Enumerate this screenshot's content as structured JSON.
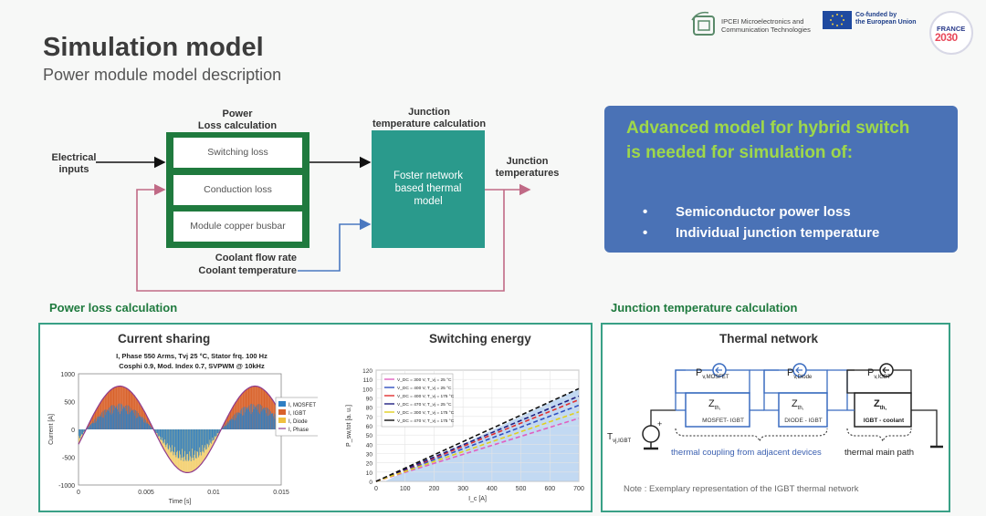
{
  "header": {
    "title": "Simulation model",
    "subtitle": "Power module model description"
  },
  "logos": {
    "ipcei_line1": "IPCEI Microelectronics and",
    "ipcei_line2": "Communication Technologies",
    "eu_line1": "Co-funded by",
    "eu_line2": "the European Union",
    "france_line1": "FRANCE",
    "france_line2": "2030"
  },
  "diagram": {
    "power_loss_title_1": "Power",
    "power_loss_title_2": "Loss calculation",
    "junction_title_1": "Junction",
    "junction_title_2": "temperature calculation",
    "electrical_inputs_1": "Electrical",
    "electrical_inputs_2": "inputs",
    "loss_items": [
      "Switching loss",
      "Conduction loss",
      "Module copper busbar"
    ],
    "foster_1": "Foster network",
    "foster_2": "based thermal",
    "foster_3": "model",
    "junction_temps_1": "Junction",
    "junction_temps_2": "temperatures",
    "coolant_flow": "Coolant flow rate",
    "coolant_temp": "Coolant temperature"
  },
  "callout": {
    "title": "Advanced model for hybrid switch is needed for simulation of:",
    "bullets": [
      "Semiconductor power loss",
      "Individual junction temperature"
    ]
  },
  "sections": {
    "power_loss": "Power loss calculation",
    "junction_temp": "Junction temperature calculation"
  },
  "current_sharing": {
    "panel_title": "Current sharing",
    "chart_title_1": "I, Phase 550 Arms, Tvj 25 °C, Stator frq. 100 Hz",
    "chart_title_2": "Cosphi 0.9, Mod. Index 0.7, SVPWM @ 10kHz"
  },
  "switching_energy": {
    "panel_title": "Switching energy"
  },
  "thermal": {
    "panel_title": "Thermal network",
    "p_mosfet": "P",
    "p_mosfet_sub": "v,MOSFET",
    "p_diode": "P",
    "p_diode_sub": "v,Diode",
    "p_igbt": "P",
    "p_igbt_sub": "v,IGBT",
    "z_label": "Z",
    "z_sub": "th,",
    "z1_name": "MOSFET- IGBT",
    "z2_name": "DIODE - IGBT",
    "z3_name": "IGBT - coolant",
    "tvj": "T",
    "tvj_sub": "vj,IGBT",
    "coupling": "thermal coupling from adjacent devices",
    "main_path": "thermal main path",
    "note": "Note : Exemplary representation of the IGBT thermal network"
  },
  "chart_data": [
    {
      "type": "line",
      "title": "I, Phase 550 Arms, Tvj 25 °C, Stator frq. 100 Hz Cosphi 0.9, Mod. Index 0.7, SVPWM @ 10kHz",
      "xlabel": "Time [s]",
      "ylabel": "Current [A]",
      "xlim": [
        0,
        0.015
      ],
      "ylim": [
        -1000,
        1000
      ],
      "xticks": [
        0,
        0.005,
        0.01,
        0.015
      ],
      "yticks": [
        1000,
        500,
        0,
        -500,
        -1000
      ],
      "legend_position": "right",
      "series": [
        {
          "name": "I, MOSFET",
          "color": "#2f7fc4"
        },
        {
          "name": "I, IGBT",
          "color": "#d9622b"
        },
        {
          "name": "I, Diode",
          "color": "#f0c040"
        },
        {
          "name": "I, Phase",
          "color": "#8e3a8e"
        }
      ],
      "phase_amplitude": 778,
      "phase_frequency_hz": 100
    },
    {
      "type": "line",
      "xlabel": "I_c [A]",
      "ylabel": "P_sw,tot [a. u.]",
      "xlim": [
        0,
        700
      ],
      "ylim": [
        0,
        120
      ],
      "xticks": [
        0,
        100,
        200,
        300,
        400,
        500,
        600,
        700
      ],
      "yticks": [
        0,
        10,
        20,
        30,
        40,
        50,
        60,
        70,
        80,
        90,
        100,
        110,
        120
      ],
      "legend_position": "top-left",
      "series": [
        {
          "name": "V_DC = 300 V, T_vj = 25 °C",
          "color": "#e060c0",
          "x": [
            0,
            700
          ],
          "y": [
            0,
            68
          ]
        },
        {
          "name": "V_DC = 400 V, T_vj = 25 °C",
          "color": "#3050c0",
          "x": [
            0,
            700
          ],
          "y": [
            0,
            82
          ]
        },
        {
          "name": "V_DC = 400 V, T_vj = 175 °C",
          "color": "#e03030",
          "x": [
            0,
            700
          ],
          "y": [
            0,
            88
          ]
        },
        {
          "name": "V_DC = 470 V, T_vj = 25 °C",
          "color": "#202080",
          "x": [
            0,
            700
          ],
          "y": [
            0,
            92
          ]
        },
        {
          "name": "V_DC = 300 V, T_vj = 175 °C",
          "color": "#e0d020",
          "x": [
            0,
            700
          ],
          "y": [
            0,
            75
          ]
        },
        {
          "name": "V_DC = 470 V, T_vj = 175 °C",
          "color": "#111111",
          "x": [
            0,
            700
          ],
          "y": [
            0,
            100
          ]
        }
      ]
    }
  ]
}
